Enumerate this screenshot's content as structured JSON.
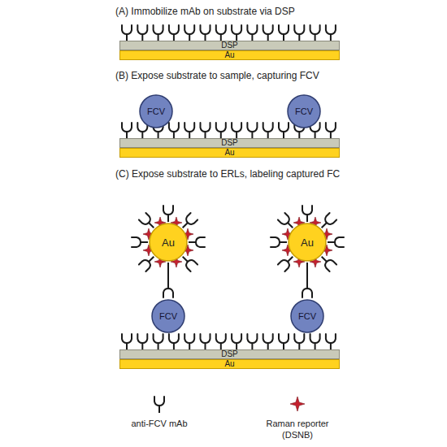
{
  "diagram": {
    "nodes": [
      {
        "text": [
          "DSP"
        ]
      },
      {
        "text": [
          "Au"
        ]
      },
      {
        "text": [
          "FCV"
        ]
      },
      {
        "text": [
          "FCV"
        ]
      },
      {
        "text": [
          "DSP"
        ]
      },
      {
        "text": [
          "Au"
        ]
      },
      {
        "text": [
          "Au"
        ]
      },
      {
        "text": [
          "Au"
        ]
      },
      {
        "text": [
          "FCV"
        ]
      },
      {
        "text": [
          "FCV"
        ]
      },
      {
        "text": [
          "DSP"
        ]
      },
      {
        "text": [
          "Au"
        ]
      }
    ],
    "labels": [
      "(A) Immobilize mAb on substrate via DSP",
      "(B) Expose substrate to sample, capturing FCV",
      "(C) Expose substrate to ERLs, labeling captured FC"
    ],
    "legend": [
      {
        "text": "anti-FCV mAb"
      },
      {
        "text": "Raman reporter (DSNB)"
      }
    ]
  }
}
